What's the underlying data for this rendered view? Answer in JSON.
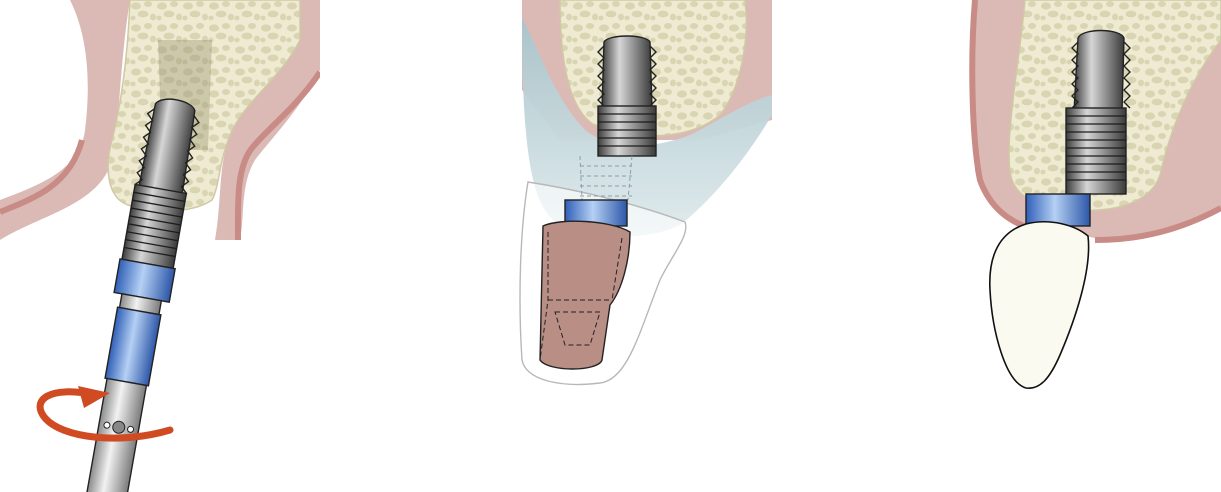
{
  "colors": {
    "background": "#ffffff",
    "gum": "#dbbab5",
    "gum_edge": "#c98b86",
    "bone": "#eeead0",
    "bone_pore": "#d8d3b0",
    "implant_dark": "#4a4a4a",
    "implant_mid": "#8f8f8f",
    "implant_light": "#d9d9d9",
    "collar_blue": "#3f6fc9",
    "collar_light": "#a9c7f0",
    "soft_tissue": "#a9c4cc",
    "abutment": "#b98e85",
    "crown": "#fbfaf0",
    "rotation_arrow": "#d04a22",
    "driver_shaft": "#cfcfcf"
  },
  "panels": [
    {
      "name": "implant-insertion",
      "icon": "rotation-arrow-icon"
    },
    {
      "name": "abutment-and-provisional"
    },
    {
      "name": "final-crown"
    }
  ]
}
